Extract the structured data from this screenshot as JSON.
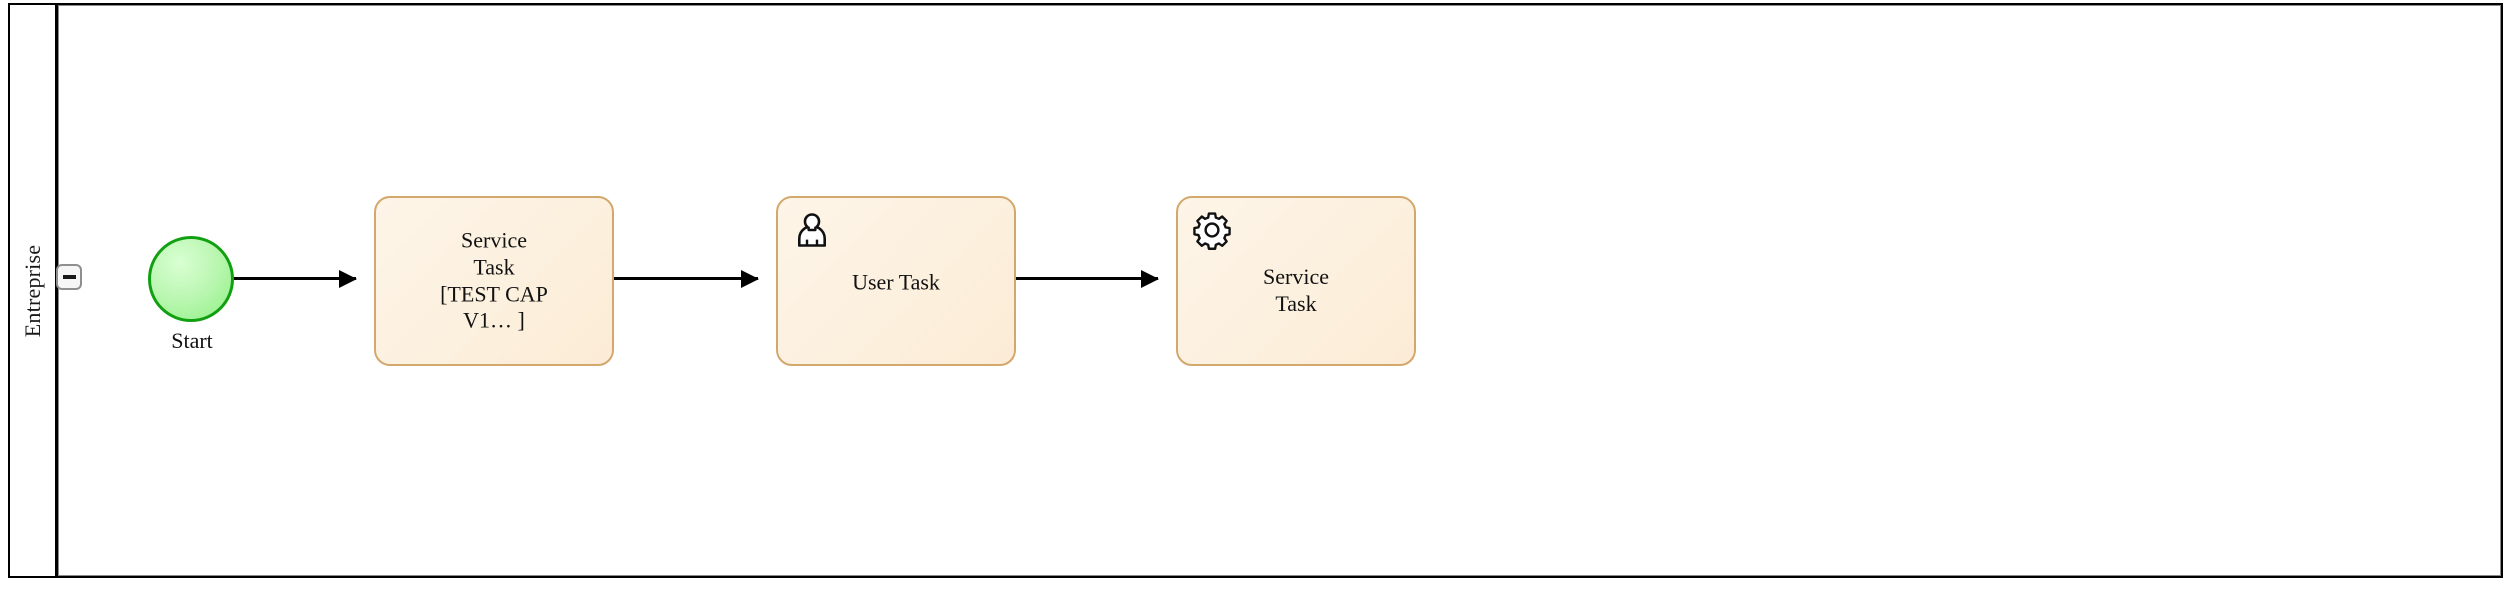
{
  "diagram": {
    "type": "bpmn-process",
    "pool": {
      "lane_label": "Entreprise",
      "collapse_toggle": {
        "name": "collapse-lane-button",
        "glyph": "minus-icon",
        "state": "expanded"
      }
    },
    "colors": {
      "frame_border": "#000000",
      "lane_inner_border": "#8a8a8a",
      "task_fill": "#fcecd6",
      "task_border": "#d3a86d",
      "start_fill": "#bdf7b4",
      "start_border": "#12a012",
      "flow_line": "#000000",
      "canvas_background": "#ffffff"
    },
    "nodes": [
      {
        "id": "start",
        "name": "start-event",
        "kind": "start-event",
        "label": "Start",
        "icon": null
      },
      {
        "id": "task-service-1",
        "name": "task-service-test-cap",
        "kind": "service-task",
        "label": "Service\nTask\n[TEST CAP\nV1… ]",
        "icon": null
      },
      {
        "id": "task-user",
        "name": "task-user",
        "kind": "user-task",
        "label": "User Task",
        "icon": "user-icon"
      },
      {
        "id": "task-service-2",
        "name": "task-service",
        "kind": "service-task",
        "label": "Service\nTask",
        "icon": "gear-icon"
      }
    ],
    "flows": [
      {
        "id": "flow-1",
        "name": "sequence-flow-start-to-service-1",
        "from": "start",
        "to": "task-service-1"
      },
      {
        "id": "flow-2",
        "name": "sequence-flow-service-1-to-user",
        "from": "task-service-1",
        "to": "task-user"
      },
      {
        "id": "flow-3",
        "name": "sequence-flow-user-to-service-2",
        "from": "task-user",
        "to": "task-service-2"
      }
    ]
  }
}
